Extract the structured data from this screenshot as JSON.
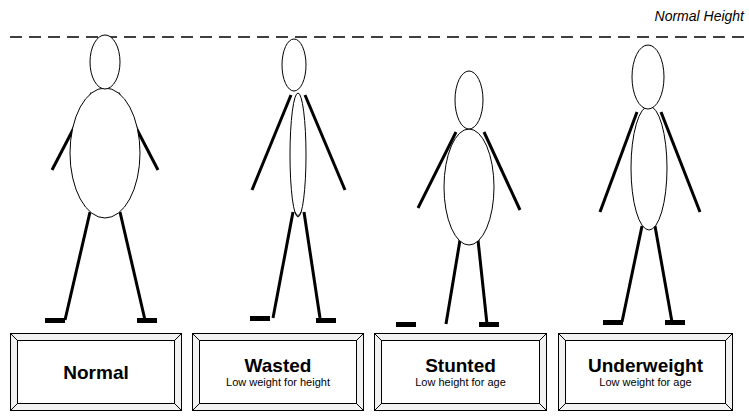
{
  "diagram": {
    "nodes": [
      {
        "text": [
          "Normal"
        ]
      },
      {
        "text": [
          "Wasted",
          "Low weight for height"
        ]
      },
      {
        "text": [
          "Stunted",
          "Low height for age"
        ]
      },
      {
        "text": [
          "Underweight",
          "Low weight for age"
        ]
      }
    ],
    "labels": [
      "Normal Height"
    ]
  }
}
